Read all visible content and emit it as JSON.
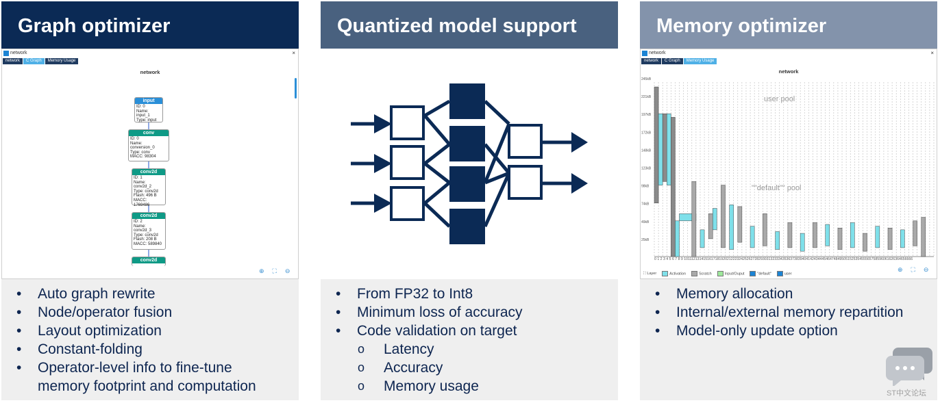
{
  "colors": {
    "navy": "#0b2a55",
    "slate": "#49617f",
    "steel": "#8393ab",
    "text": "#0d2550",
    "panel": "#efefef"
  },
  "panels": [
    {
      "title": "Graph optimizer",
      "bullets": [
        "Auto graph rewrite",
        "Node/operator fusion",
        "Layout optimization",
        "Constant-folding",
        "Operator-level info to fine-tune",
        "memory footprint and computation"
      ]
    },
    {
      "title": "Quantized model support",
      "bullets": [
        "From FP32 to Int8",
        "Minimum loss of accuracy",
        "Code validation on target"
      ],
      "sub_bullets": [
        "Latency",
        "Accuracy",
        "Memory usage"
      ]
    },
    {
      "title": "Memory optimizer",
      "bullets": [
        "Memory allocation",
        "Internal/external memory repartition",
        "Model-only update option"
      ]
    }
  ],
  "graph_window": {
    "title": "network",
    "close": "×",
    "tabs": [
      "network",
      "C Graph",
      "Memory Usage"
    ],
    "graph_name": "network",
    "nodes": [
      {
        "header": "input",
        "lines": [
          "ID: 0",
          "Name: input_1",
          "Type: input"
        ],
        "color": "#2a8fd8"
      },
      {
        "header": "conv",
        "lines": [
          "ID: 0",
          "Name: conversion_0",
          "Type: conv",
          "MACC: 98304"
        ],
        "color": "#0e9a86"
      },
      {
        "header": "conv2d",
        "lines": [
          "ID: 1",
          "Name: conv2d_2",
          "Type: conv2d",
          "Flash: 496 B",
          "MACC: 1769486"
        ],
        "color": "#0e9a86"
      },
      {
        "header": "conv2d",
        "lines": [
          "ID: 2",
          "Name: conv2d_3",
          "Type: conv2d",
          "Flash: 208 B",
          "MACC: 589840"
        ],
        "color": "#0e9a86"
      },
      {
        "header": "conv2d",
        "lines": [],
        "color": "#0e9a86"
      }
    ],
    "zoom_icons": [
      "zoom-in-icon",
      "fit-icon",
      "zoom-out-icon"
    ]
  },
  "memory_window": {
    "title": "network",
    "close": "×",
    "tabs": [
      "network",
      "C Graph",
      "Memory Usage"
    ],
    "graph_name": "network",
    "y_ticks": [
      "245kB",
      "221kB",
      "197kB",
      "172kB",
      "148kB",
      "123kB",
      "98kB",
      "74kB",
      "49kB",
      "25kB"
    ],
    "x_ticks_label": "0 1 2 3 4 5 6 7 8 9 10111213141516171819202122232425262728293031323334353637383940414243444546474849505152535455565758596061626364656666",
    "pool_labels": [
      "user pool",
      "\"\"default\"\" pool"
    ],
    "legend": [
      "Layer",
      "Activation",
      "Scratch",
      "Input/Ouput",
      "\"default\"",
      "user"
    ],
    "legend_colors": [
      "#ffffff",
      "#7fe0ea",
      "#a9a9a9",
      "#9ee89b",
      "#ffffff",
      "#ffffff"
    ]
  },
  "watermark": {
    "text": "ST中文论坛",
    "icon": "chat-bubbles-icon"
  }
}
